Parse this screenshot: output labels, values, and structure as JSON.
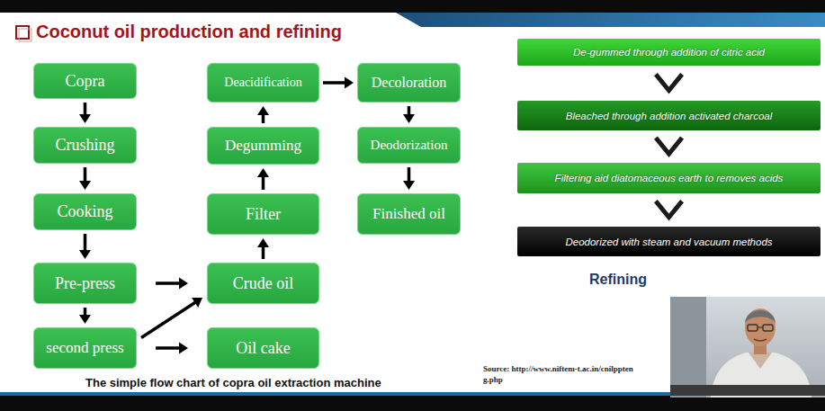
{
  "diagram": {
    "title": "Coconut oil production and refining",
    "caption": "The simple flow chart of copra oil extraction machine",
    "nodes": [
      {
        "text": [
          "Copra"
        ]
      },
      {
        "text": [
          "Crushing"
        ]
      },
      {
        "text": [
          "Cooking"
        ]
      },
      {
        "text": [
          "Pre-press"
        ]
      },
      {
        "text": [
          "second press"
        ]
      },
      {
        "text": [
          "Crude oil"
        ]
      },
      {
        "text": [
          "Oil cake"
        ]
      },
      {
        "text": [
          "Filter"
        ]
      },
      {
        "text": [
          "Degumming"
        ]
      },
      {
        "text": [
          "Deacidification"
        ]
      },
      {
        "text": [
          "Decoloration"
        ]
      },
      {
        "text": [
          "Deodorization"
        ]
      },
      {
        "text": [
          "Finished oil"
        ]
      },
      {
        "text": [
          "De-gummed through addition of citric acid"
        ]
      },
      {
        "text": [
          "Bleached through addition activated charcoal"
        ]
      },
      {
        "text": [
          "Filtering aid diatomaceous earth to removes acids"
        ]
      },
      {
        "text": [
          "Deodorized with steam and vacuum methods"
        ]
      }
    ],
    "edges": [
      {
        "from": 0,
        "to": 1,
        "arrow": "to"
      },
      {
        "from": 1,
        "to": 2,
        "arrow": "to"
      },
      {
        "from": 2,
        "to": 3,
        "arrow": "to"
      },
      {
        "from": 3,
        "to": 4,
        "arrow": "to"
      },
      {
        "from": 3,
        "to": 5,
        "arrow": "to"
      },
      {
        "from": 4,
        "to": 5,
        "arrow": "to"
      },
      {
        "from": 4,
        "to": 6,
        "arrow": "to"
      },
      {
        "from": 5,
        "to": 7,
        "arrow": "to"
      },
      {
        "from": 7,
        "to": 8,
        "arrow": "to"
      },
      {
        "from": 8,
        "to": 9,
        "arrow": "to"
      },
      {
        "from": 9,
        "to": 10,
        "arrow": "to"
      },
      {
        "from": 10,
        "to": 11,
        "arrow": "to"
      },
      {
        "from": 11,
        "to": 12,
        "arrow": "to"
      },
      {
        "from": 13,
        "to": 14,
        "arrow": "to"
      },
      {
        "from": 14,
        "to": 15,
        "arrow": "to"
      },
      {
        "from": 15,
        "to": 16,
        "arrow": "to"
      }
    ],
    "labels": [
      "Refining",
      "Source: http://www.niftem-t.ac.in/cnilppteng.php"
    ]
  }
}
